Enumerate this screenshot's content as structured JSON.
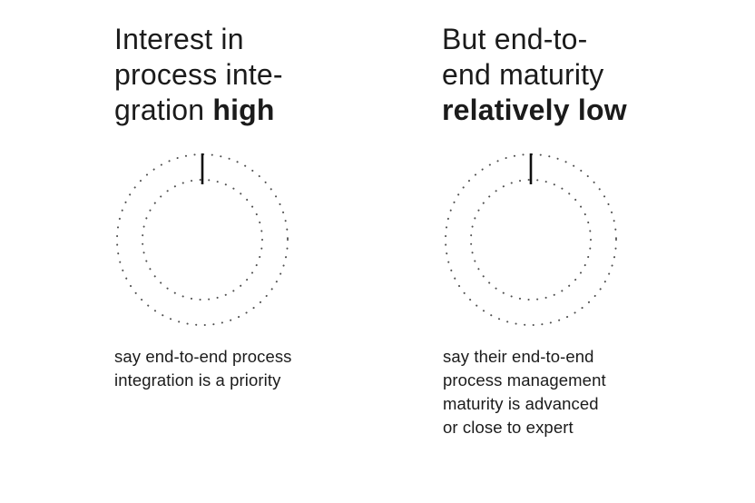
{
  "colors": {
    "text": "#1b1b1b",
    "dot": "#4f4f4f",
    "tick": "#0f0f0f",
    "background": "#ffffff"
  },
  "panels": [
    {
      "heading": {
        "regular": "Interest in\nprocess inte-\ngration ",
        "bold": "high"
      },
      "caption": "say end-to-end process\nintegration is a priority",
      "gauge": {
        "shape": "dotted-double-ring",
        "marker": "tick-at-top"
      }
    },
    {
      "heading": {
        "regular": "But end-to-\nend maturity\n",
        "bold": "relatively low"
      },
      "caption": "say their end-to-end\nprocess management\nmaturity is advanced\nor close to expert",
      "gauge": {
        "shape": "dotted-double-ring",
        "marker": "tick-at-top"
      }
    }
  ]
}
